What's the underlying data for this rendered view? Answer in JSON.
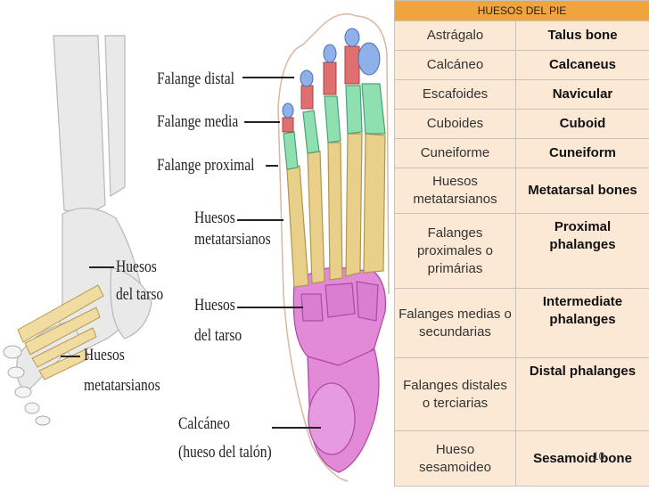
{
  "figure_labels": {
    "falange_distal": "Falange distal",
    "falange_media": "Falange media",
    "falange_proximal": "Falange proximal",
    "huesos_metatarsianos_1": "Huesos",
    "huesos_metatarsianos_2": "metatarsianos",
    "huesos_tarso_1": "Huesos",
    "huesos_tarso_2": "del tarso",
    "calcaneo_1": "Calcáneo",
    "calcaneo_2": "(hueso del talón)",
    "side_tarso_1": "Huesos",
    "side_tarso_2": "del tarso",
    "side_meta_1": "Huesos",
    "side_meta_2": "metatarsianos"
  },
  "table": {
    "header": "HUESOS DEL PIE",
    "rows": [
      {
        "es": "Astrágalo",
        "en": "Talus bone"
      },
      {
        "es": "Calcáneo",
        "en": "Calcaneus"
      },
      {
        "es": "Escafoides",
        "en": "Navicular"
      },
      {
        "es": "Cuboides",
        "en": "Cuboid"
      },
      {
        "es": "Cuneiforme",
        "en": "Cuneiform"
      },
      {
        "es": "Huesos metatarsianos",
        "en": "Metatarsal bones"
      },
      {
        "es": "Falanges proximales o primárias",
        "en": "Proximal phalanges"
      },
      {
        "es": "Falanges medias o secundarias",
        "en": "Intermediate phalanges"
      },
      {
        "es": "Falanges distales o terciarias",
        "en": "Distal phalanges"
      },
      {
        "es": "Hueso sesamoideo",
        "en": "Sesamoid bone"
      }
    ]
  },
  "page_number": "10",
  "colors": {
    "header_bg": "#f0a43c",
    "table_bg": "#fbe9d6",
    "tarsal_pink": "#e28ad8",
    "metatarsal_yellow": "#e8d08a",
    "proximal_green": "#8fe0b0",
    "distal_blue": "#8fb0e8",
    "middle_red": "#e07070"
  }
}
